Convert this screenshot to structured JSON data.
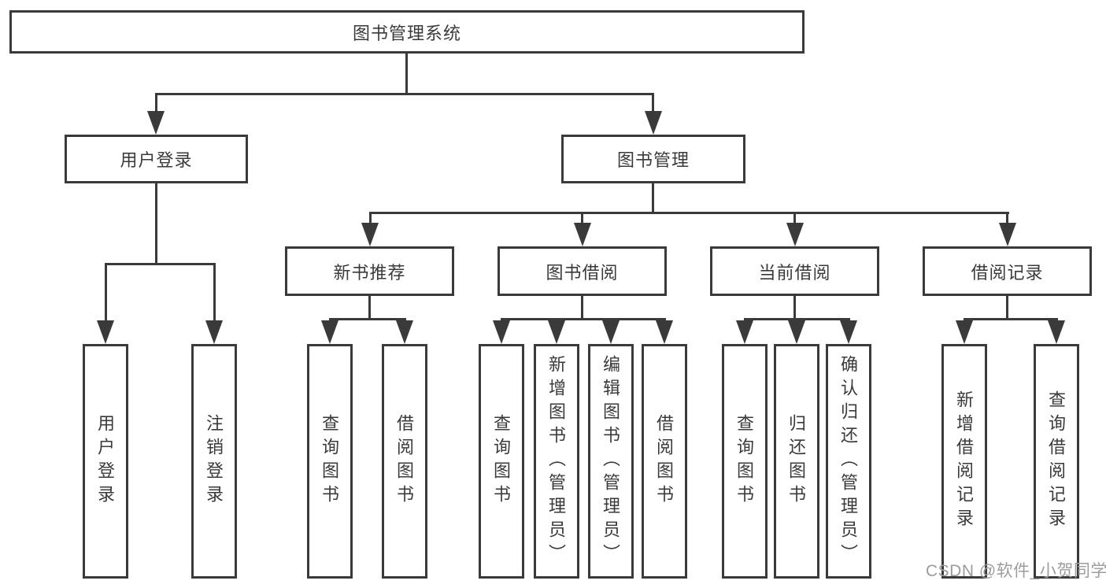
{
  "colors": {
    "line": "#3a3a3a",
    "text": "#3a3a3a",
    "watermark": "#9c9c9c",
    "bg": "#ffffff"
  },
  "watermark": {
    "text": "CSDN @软件_小贺同学"
  },
  "tree": {
    "label": "图书管理系统",
    "children": [
      {
        "label": "用户登录",
        "children": [
          {
            "label": "用户登录"
          },
          {
            "label": "注销登录"
          }
        ]
      },
      {
        "label": "图书管理",
        "children": [
          {
            "label": "新书推荐",
            "children": [
              {
                "label": "查询图书"
              },
              {
                "label": "借阅图书"
              }
            ]
          },
          {
            "label": "图书借阅",
            "children": [
              {
                "label": "查询图书"
              },
              {
                "label": "新增图书（管理员）"
              },
              {
                "label": "编辑图书（管理员）"
              },
              {
                "label": "借阅图书"
              }
            ]
          },
          {
            "label": "当前借阅",
            "children": [
              {
                "label": "查询图书"
              },
              {
                "label": "归还图书"
              },
              {
                "label": "确认归还（管理员）"
              }
            ]
          },
          {
            "label": "借阅记录",
            "children": [
              {
                "label": "新增借阅记录"
              },
              {
                "label": "查询借阅记录"
              }
            ]
          }
        ]
      }
    ]
  }
}
